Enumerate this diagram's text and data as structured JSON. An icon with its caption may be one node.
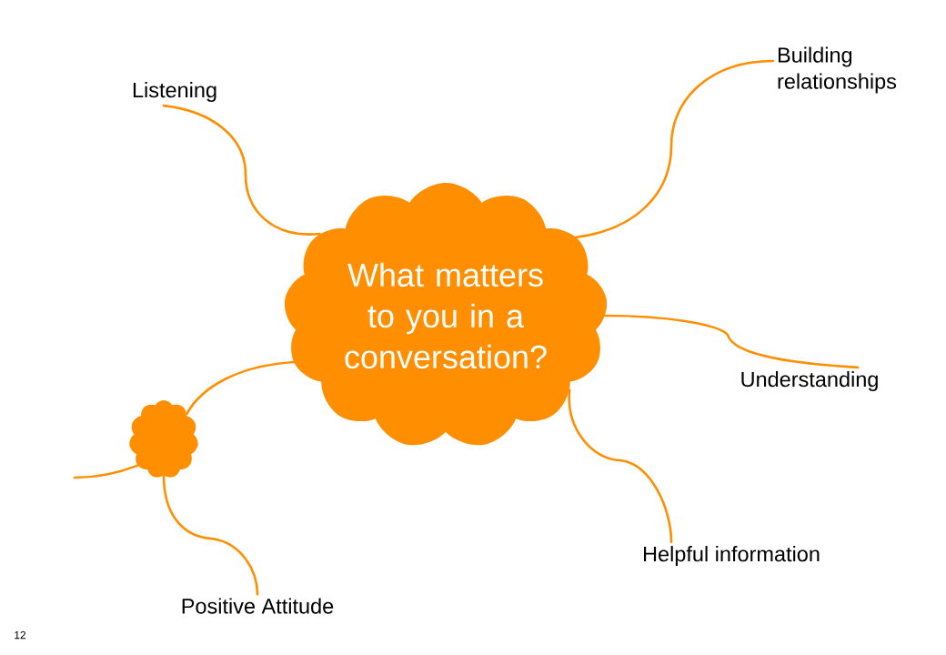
{
  "diagram": {
    "nodes": [
      {
        "text": [
          "What matters to you in a conversation?"
        ]
      },
      {
        "text": [
          "Listening"
        ]
      },
      {
        "text": [
          "Building relationships"
        ]
      },
      {
        "text": [
          "Understanding"
        ]
      },
      {
        "text": [
          "Helpful information"
        ]
      },
      {
        "text": [
          "Positive Attitude"
        ]
      },
      {
        "text": [],
        "shape": "cloud"
      }
    ],
    "edges": [
      {
        "from": 0,
        "to": 1,
        "arrow": "none"
      },
      {
        "from": 0,
        "to": 2,
        "arrow": "none"
      },
      {
        "from": 0,
        "to": 3,
        "arrow": "none"
      },
      {
        "from": 0,
        "to": 4,
        "arrow": "none"
      },
      {
        "from": 0,
        "to": 6,
        "arrow": "none"
      },
      {
        "from": 6,
        "to": 5,
        "arrow": "none"
      },
      {
        "from": 6,
        "to": null,
        "arrow": "none"
      }
    ],
    "labels": [
      "12"
    ]
  }
}
